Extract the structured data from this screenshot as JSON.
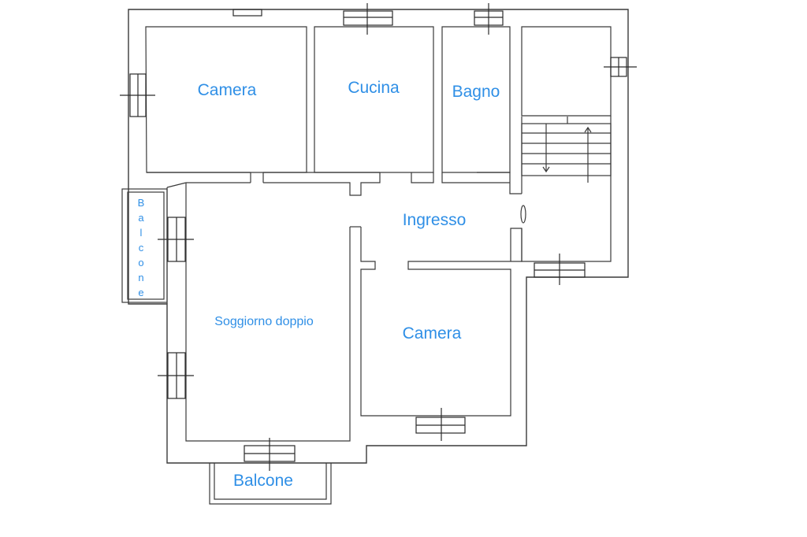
{
  "rooms": {
    "camera_top": "Camera",
    "cucina": "Cucina",
    "bagno": "Bagno",
    "ingresso": "Ingresso",
    "soggiorno": "Soggiorno doppio",
    "camera_bottom": "Camera",
    "balcone_bottom": "Balcone",
    "balcone_side": [
      "B",
      "a",
      "l",
      "c",
      "o",
      "n",
      "e"
    ]
  },
  "colors": {
    "label": "#2f8fe6",
    "wall": "#3a3a3a",
    "background": "#ffffff"
  }
}
